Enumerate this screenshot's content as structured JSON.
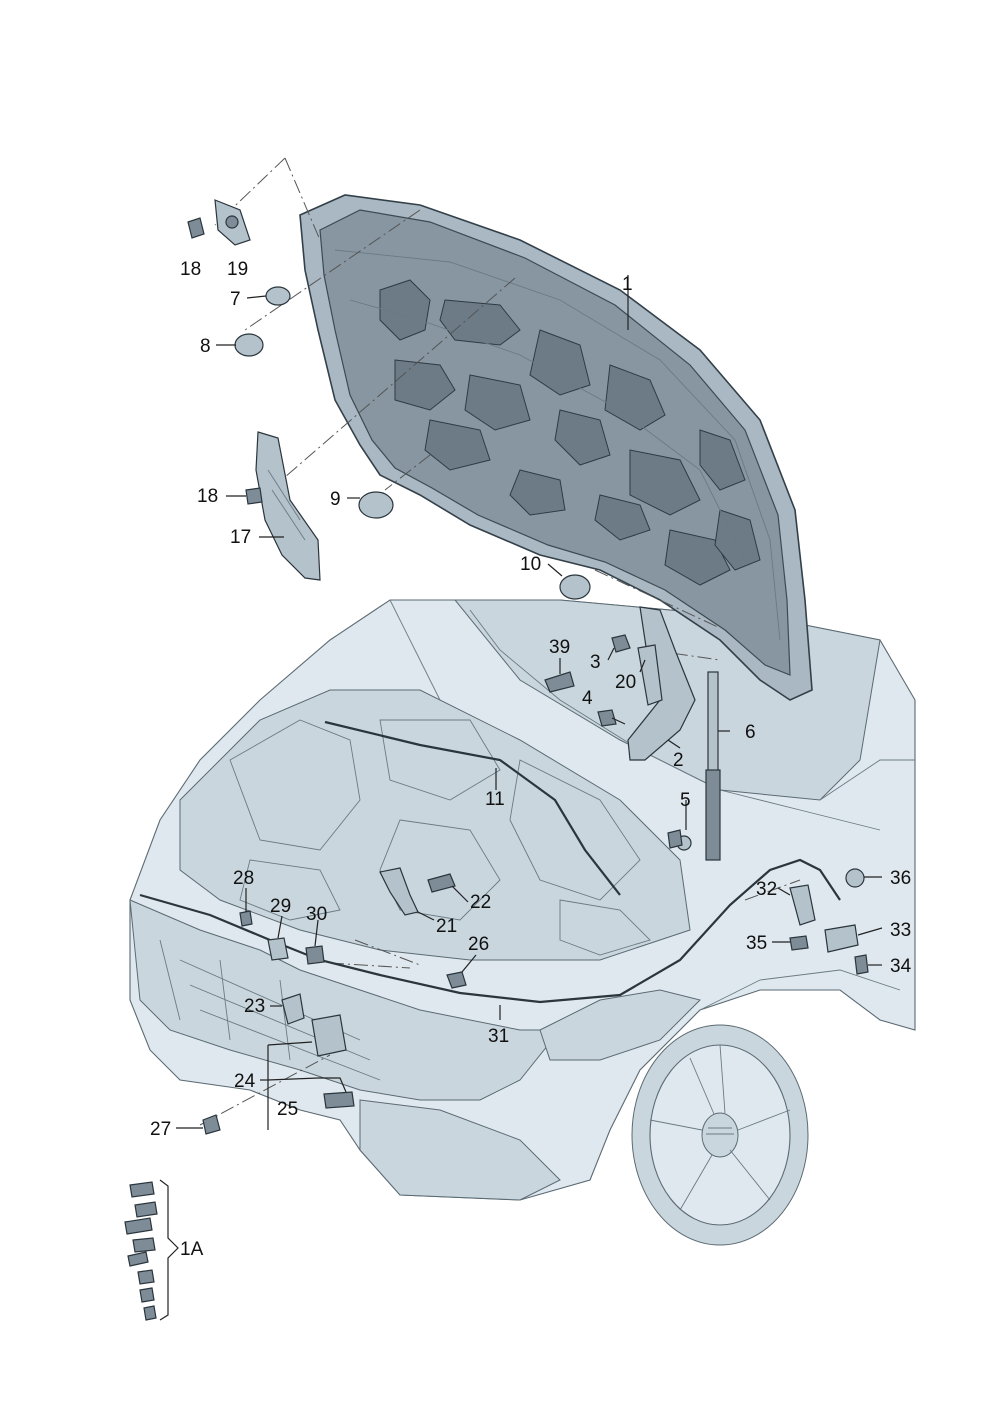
{
  "callouts": {
    "c1": "1",
    "c2": "2",
    "c3": "3",
    "c4": "4",
    "c5": "5",
    "c6": "6",
    "c7": "7",
    "c8": "8",
    "c9": "9",
    "c10": "10",
    "c11": "11",
    "c17": "17",
    "c18a": "18",
    "c18b": "18",
    "c19": "19",
    "c20": "20",
    "c21": "21",
    "c22": "22",
    "c23": "23",
    "c24": "24",
    "c25": "25",
    "c26": "26",
    "c27": "27",
    "c28": "28",
    "c29": "29",
    "c30": "30",
    "c31": "31",
    "c32": "32",
    "c33": "33",
    "c34": "34",
    "c35": "35",
    "c36": "36",
    "c39": "39",
    "c1A": "1A"
  },
  "colors": {
    "hood": "#a9b8c2",
    "car_body": "#dfe8ee",
    "line": "#2b353c"
  }
}
